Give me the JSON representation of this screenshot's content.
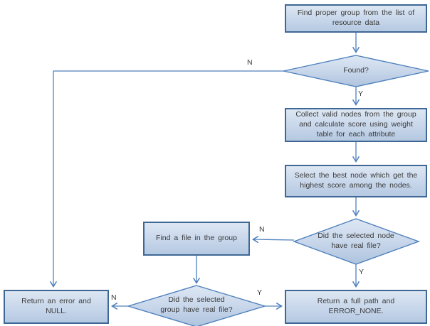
{
  "diagram": {
    "type": "flowchart",
    "colors": {
      "box_border": "#3f6795",
      "diamond_border": "#4f81bd",
      "connector": "#4f81bd",
      "fill_top": "#dde7f3",
      "fill_bottom": "#b5c9e2",
      "text": "#3a3a3a",
      "background": "#ffffff"
    },
    "nodes": {
      "find_group": {
        "label": "Find proper group from the list of resource data"
      },
      "found": {
        "label": "Found?"
      },
      "collect": {
        "label": "Collect valid nodes from the group and calculate score using weight table for each attribute"
      },
      "select_best": {
        "label": "Select the best node which get the highest score among the nodes."
      },
      "node_has_file": {
        "label": "Did the selected node have real file?"
      },
      "find_file": {
        "label": "Find a file in the group"
      },
      "group_has_file": {
        "label": "Did the selected group have real file?"
      },
      "return_error": {
        "label": "Return an error and NULL."
      },
      "return_full_path": {
        "label": "Return a full path and ERROR_NONE."
      }
    },
    "branch_labels": {
      "found_no": "N",
      "found_yes": "Y",
      "node_no": "N",
      "node_yes": "Y",
      "group_no": "N",
      "group_yes": "Y"
    }
  }
}
